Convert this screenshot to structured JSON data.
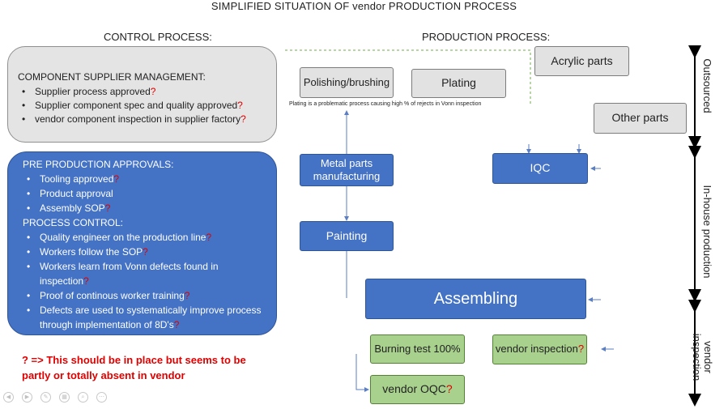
{
  "title": "SIMPLIFIED SITUATION OF vendor PRODUCTION PROCESS",
  "headers": {
    "control": "CONTROL PROCESS:",
    "production": "PRODUCTION PROCESS:"
  },
  "supplier": {
    "heading": "COMPONENT SUPPLIER MANAGEMENT:",
    "items": [
      {
        "text": "Supplier process approved",
        "q": "?"
      },
      {
        "text": "Supplier component spec and quality approved",
        "q": "?"
      },
      {
        "text": "vendor component inspection in supplier factory",
        "q": "?"
      }
    ]
  },
  "pre_production": {
    "heading": "PRE PRODUCTION APPROVALS:",
    "items": [
      {
        "text": "Tooling approved",
        "q": "?"
      },
      {
        "text": "Product approval",
        "q": ""
      },
      {
        "text": "Assembly SOP",
        "q": "?"
      }
    ],
    "process_heading": "PROCESS CONTROL:",
    "process_items": [
      {
        "text": "Quality engineer on the production line",
        "q": "?"
      },
      {
        "text": "Workers follow the SOP",
        "q": "?"
      },
      {
        "text": "Workers learn from Vonn defects found in inspection",
        "q": "?"
      },
      {
        "text": "Proof of continous worker training",
        "q": "?"
      },
      {
        "text": "Defects are used to systematically improve process through implementation of 8D's",
        "q": "?"
      }
    ]
  },
  "note": "? => This should be in place but seems to be partly or totally absent in vendor",
  "boxes": {
    "polishing": "Polishing/brushing",
    "plating": "Plating",
    "plating_note": "Plating is a problematic process causing high % of rejects in Vonn inspection",
    "acrylic": "Acrylic parts",
    "other": "Other parts",
    "metal": "Metal parts manufacturing",
    "iqc": "IQC",
    "painting": "Painting",
    "assembling": "Assembling",
    "burning": "Burning test 100%",
    "vendor_inspection": "vendor inspection",
    "vendor_inspection_q": "?",
    "oqc": "vendor OQC",
    "oqc_q": "?"
  },
  "side_labels": {
    "outsourced": "Outsourced",
    "inhouse": "In-house production",
    "inspection": "vendor inspection"
  },
  "colors": {
    "blue": "#4472c4",
    "green": "#a9d18e",
    "gray": "#e2e2e2",
    "red": "#e00000"
  }
}
